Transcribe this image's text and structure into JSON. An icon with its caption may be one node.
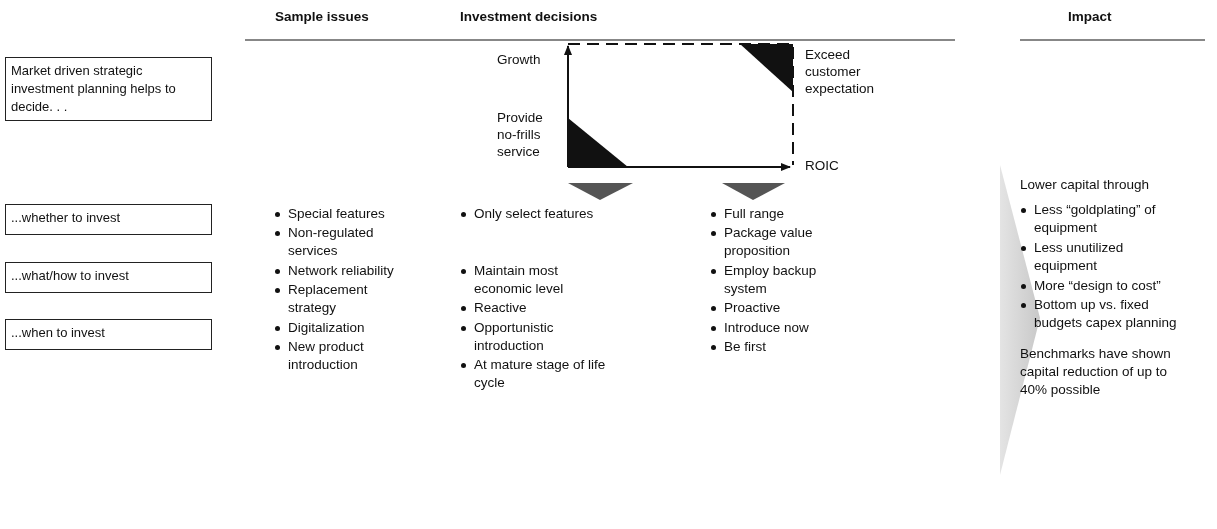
{
  "diagram": {
    "nodes": [
      {
        "text": [
          "Market driven strategic investment planning helps to decide. . ."
        ]
      },
      {
        "text": [
          "...whether to invest"
        ]
      },
      {
        "text": [
          "...what/how to invest"
        ]
      },
      {
        "text": [
          "...when to invest"
        ]
      }
    ],
    "labels": [
      "Sample issues",
      "Investment decisions",
      "Impact",
      "Growth",
      "Exceed customer expectation",
      "Provide no-frills service",
      "ROIC",
      "Lower capital through",
      "Special features",
      "Non-regulated services",
      "Only select features",
      "Full range",
      "Package value proposition",
      "Less “goldplating” of equipment",
      "Less unutilized equipment",
      "More “design to cost”",
      "Bottom up vs. fixed budgets capex planning",
      "Network reliability",
      "Replacement strategy",
      "Maintain most economic level",
      "Reactive",
      "Employ backup system",
      "Proactive",
      "Digitalization",
      "New product introduction",
      "Opportunistic introduction",
      "At mature stage of life cycle",
      "Introduce now",
      "Be first",
      "Benchmarks have shown capital reduction of up to 40% possible"
    ]
  }
}
